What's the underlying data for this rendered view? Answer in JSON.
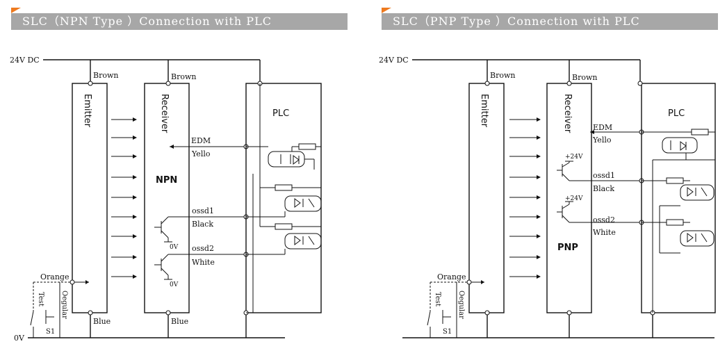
{
  "panels": [
    {
      "title": "SLC（NPN Type ）Connection with PLC",
      "supply_label": "24V DC",
      "ground_label": "0V",
      "emitter_label": "Emitter",
      "receiver_label": "Receiver",
      "output_type": "NPN",
      "plc_label": "PLC",
      "wire_labels": {
        "brown_emitter": "Brown",
        "brown_receiver": "Brown",
        "blue_emitter": "Blue",
        "blue_receiver": "Blue",
        "edm": "EDM",
        "yellow": "Yello",
        "ossd1": "ossd1",
        "black": "Black",
        "ossd2": "ossd2",
        "white": "White",
        "orange": "Orange",
        "test": "Test",
        "oegular": "Oegular",
        "s1": "S1",
        "zero_v_1": "0V",
        "zero_v_2": "0V"
      }
    },
    {
      "title": "SLC（PNP Type ）Connection with PLC",
      "supply_label": "24V DC",
      "emitter_label": "Emitter",
      "receiver_label": "Receiver",
      "output_type": "PNP",
      "plc_label": "PLC",
      "wire_labels": {
        "brown_emitter": "Brown",
        "brown_receiver": "Brown",
        "edm": "EDM",
        "yellow": "Yello",
        "ossd1": "ossd1",
        "black": "Black",
        "ossd2": "ossd2",
        "white": "White",
        "orange": "Orange",
        "test": "Test",
        "oegular": "Oegular",
        "s1": "S1",
        "plus24_1": "+24V",
        "plus24_2": "+24V"
      }
    }
  ],
  "colors": {
    "title_bar": "#a7a7a7",
    "title_accent": "#ee7a1f",
    "title_text": "#ffffff"
  }
}
